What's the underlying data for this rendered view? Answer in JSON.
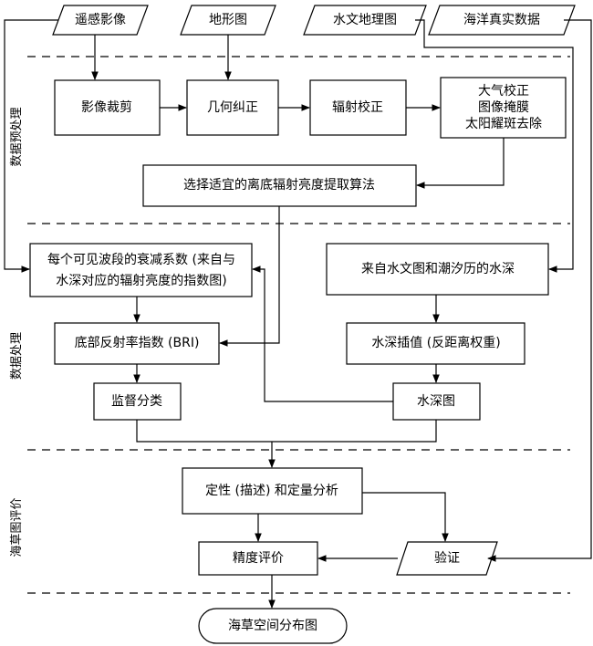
{
  "inputs": {
    "remote_sensing": "遥感影像",
    "topographic_map": "地形图",
    "hydrographic_map": "水文地理图",
    "ocean_truth": "海洋真实数据"
  },
  "preprocessing": {
    "section_label": "数据预处理",
    "image_crop": "影像裁剪",
    "geometric_correction": "几何纠正",
    "radiometric_correction": "辐射校正",
    "atmos_line1": "大气校正",
    "atmos_line2": "图像掩膜",
    "atmos_line3": "太阳耀斑去除",
    "select_algorithm": "选择适宜的离底辐射亮度提取算法"
  },
  "processing": {
    "section_label": "数据处理",
    "atten_line1": "每个可见波段的衰减系数 (来自与",
    "atten_line2": "水深对应的辐射亮度的指数图)",
    "depth_source": "来自水文图和潮汐历的水深",
    "bri": "底部反射率指数 (BRI)",
    "depth_interp": "水深插值 (反距离权重)",
    "supervised_class": "监督分类",
    "depth_map": "水深图"
  },
  "evaluation": {
    "section_label": "海草图评价",
    "qual_quant": "定性 (描述) 和定量分析",
    "accuracy": "精度评价",
    "validation": "验证"
  },
  "output": {
    "seagrass_map": "海草空间分布图"
  }
}
